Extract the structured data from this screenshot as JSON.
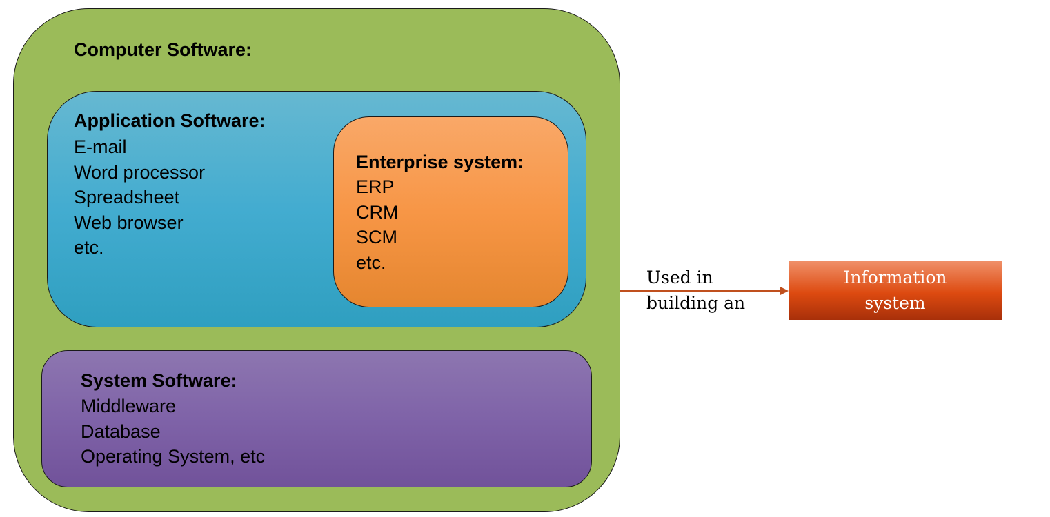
{
  "computer_software": {
    "title": "Computer Software:"
  },
  "application_software": {
    "title": "Application Software:",
    "items": [
      "E-mail",
      "Word processor",
      "Spreadsheet",
      "Web browser",
      "etc."
    ]
  },
  "enterprise_system": {
    "title": "Enterprise system:",
    "items": [
      "ERP",
      "CRM",
      "SCM",
      "etc."
    ]
  },
  "system_software": {
    "title": "System Software:",
    "items": [
      "Middleware",
      "Database",
      "Operating System, etc"
    ]
  },
  "connector": {
    "line1": "Used in",
    "line2": "building an"
  },
  "information_system": {
    "label": "Information\nsystem"
  },
  "colors": {
    "computer_fill": "#9bbb59",
    "application_fill": "#4bacc6",
    "enterprise_fill": "#f79646",
    "system_fill": "#8064a2",
    "arrow": "#c0501e",
    "info_fill": "#dd4a10"
  }
}
